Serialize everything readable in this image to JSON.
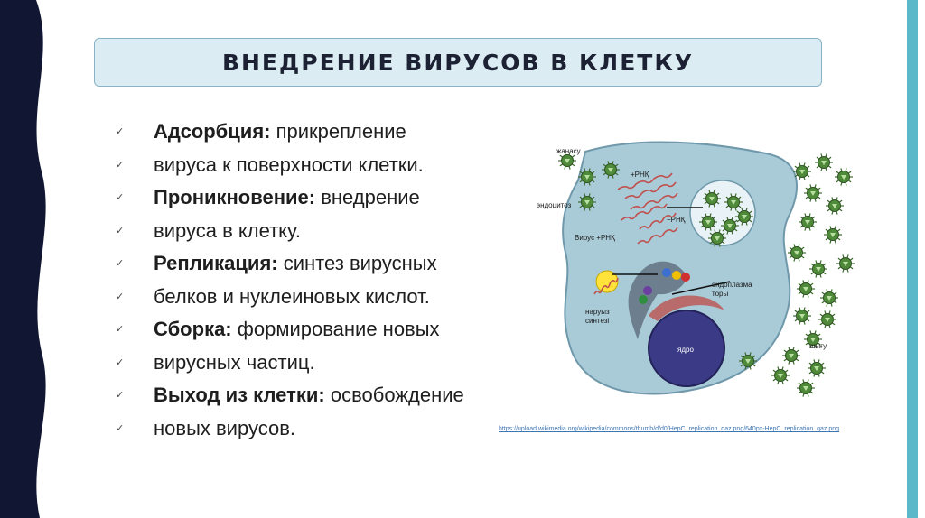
{
  "title": "ВНЕДРЕНИЕ ВИРУСОВ В КЛЕТКУ",
  "bullets": [
    {
      "bold": "Адсорбция:",
      "text": " прикрепление"
    },
    {
      "bold": "",
      "text": "вируса к поверхности клетки."
    },
    {
      "bold": "Проникновение:",
      "text": " внедрение"
    },
    {
      "bold": "",
      "text": "вируса в клетку."
    },
    {
      "bold": "Репликация:",
      "text": " синтез вирусных"
    },
    {
      "bold": "",
      "text": "белков и нуклеиновых кислот."
    },
    {
      "bold": "Сборка:",
      "text": " формирование новых"
    },
    {
      "bold": "",
      "text": "вирусных частиц."
    },
    {
      "bold": "Выход из клетки:",
      "text": " освобождение"
    },
    {
      "bold": "",
      "text": "новых вирусов."
    }
  ],
  "bullet_mark": "✓",
  "diagram": {
    "labels": {
      "zhanasu": "жанасу",
      "rnk_plus": "+РНҚ",
      "endocytosis": "эндоцитоз",
      "rnk_minus": "−РНҚ",
      "virus_rnk": "Вирус +РНҚ",
      "er_1": "эндоплазма",
      "er_2": "торы",
      "protein_1": "нәруыз",
      "protein_2": "синтезі",
      "nucleus": "ядро",
      "exit": "шығу"
    }
  },
  "source": "https://upload.wikimedia.org/wikipedia/commons/thumb/d/d0/HepC_replication_qaz.png/640px-HepC_replication_qaz.png",
  "colors": {
    "title_bg": "#dcecf3",
    "left_band": "#111633",
    "cell": "#a9cbd8",
    "nucleus": "#3a3a86",
    "virus": "#4f8a3a",
    "rna": "#c0504d"
  }
}
